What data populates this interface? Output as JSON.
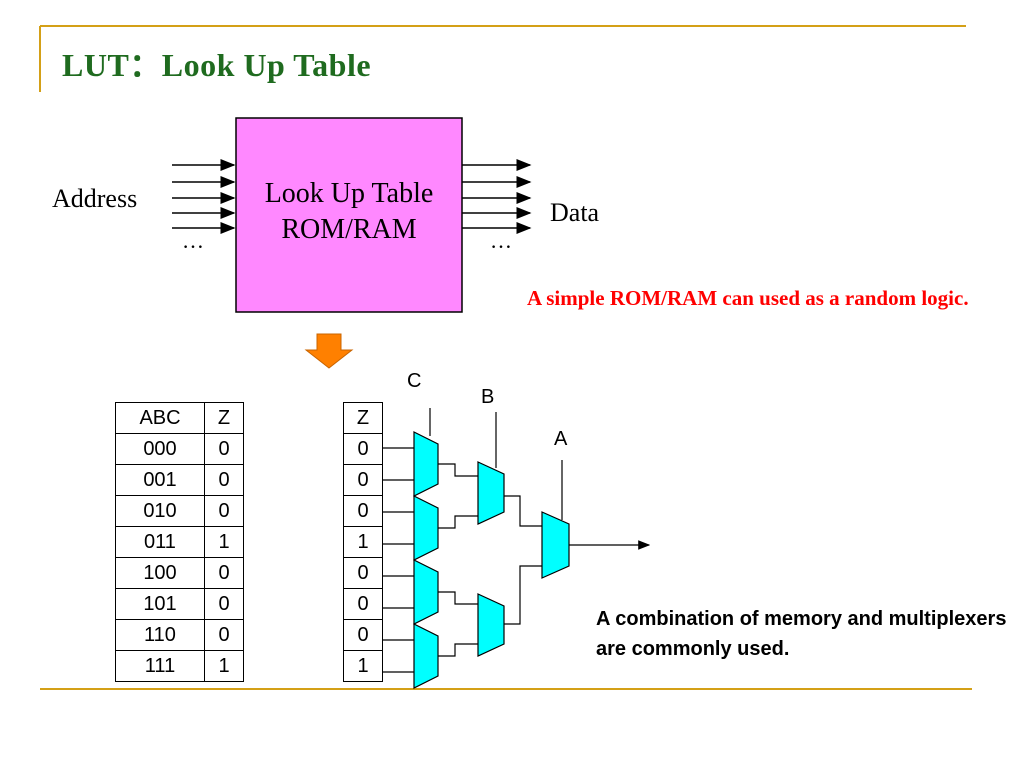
{
  "slide": {
    "title": "LUT：Look Up Table"
  },
  "lut_block": {
    "line1": "Look Up Table",
    "line2": "ROM/RAM",
    "address_label": "Address",
    "data_label": "Data",
    "ellipsis_in": "…",
    "ellipsis_out": "…",
    "fill_color": "#ff88ff"
  },
  "notes": {
    "rom_note": "A simple ROM/RAM can used as a random logic.",
    "mux_note": "A combination of memory and multiplexers are commonly used."
  },
  "truth_table": {
    "headers": [
      "ABC",
      "Z"
    ],
    "rows": [
      [
        "000",
        "0"
      ],
      [
        "001",
        "0"
      ],
      [
        "010",
        "0"
      ],
      [
        "011",
        "1"
      ],
      [
        "100",
        "0"
      ],
      [
        "101",
        "0"
      ],
      [
        "110",
        "0"
      ],
      [
        "111",
        "1"
      ]
    ]
  },
  "memory_column": {
    "header": "Z",
    "values": [
      "0",
      "0",
      "0",
      "1",
      "0",
      "0",
      "0",
      "1"
    ]
  },
  "select_labels": {
    "c": "C",
    "b": "B",
    "a": "A"
  },
  "colors": {
    "title": "#1f6b1f",
    "rule": "#d4a017",
    "mux_fill": "#00ffff",
    "arrow": "#ff8000",
    "note_red": "#ff0000"
  }
}
